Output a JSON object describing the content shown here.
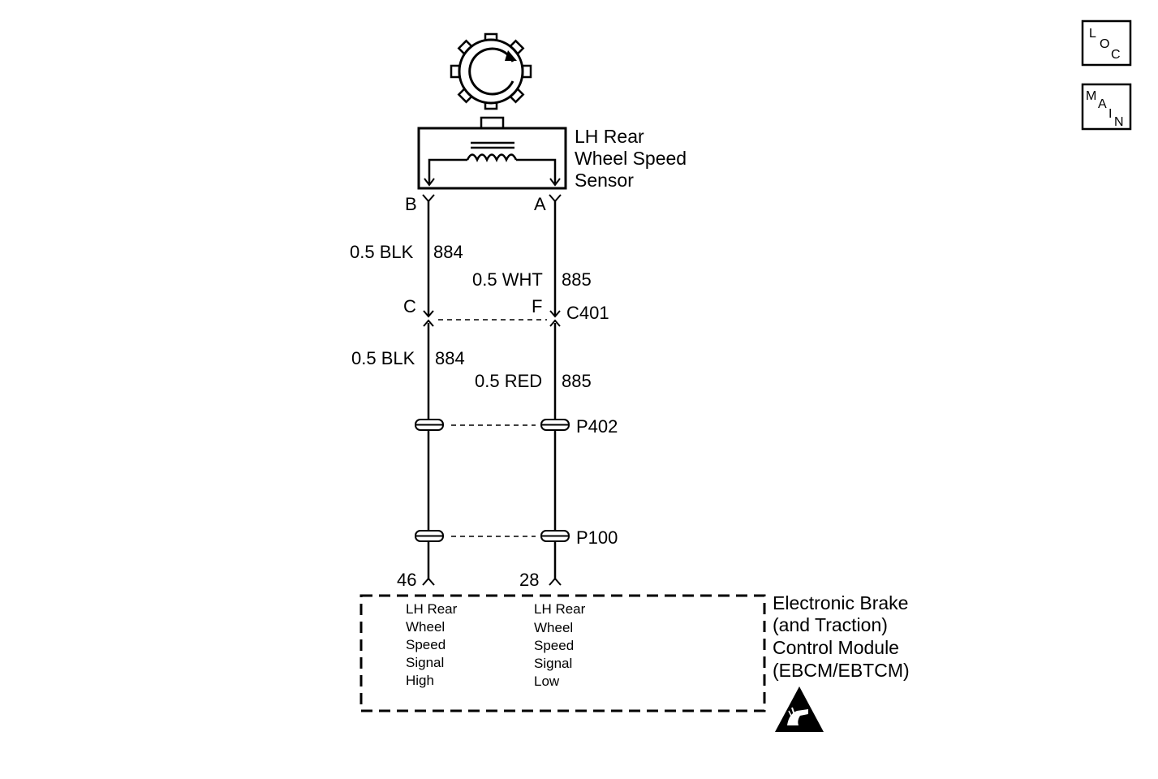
{
  "nav": {
    "loc_letters": [
      "L",
      "O",
      "C"
    ],
    "main_letters": [
      "M",
      "A",
      "I",
      "N"
    ]
  },
  "sensor": {
    "name_lines": [
      "LH Rear",
      "Wheel Speed",
      "Sensor"
    ],
    "terminal_b": "B",
    "terminal_a": "A"
  },
  "wires": {
    "left_upper": {
      "size_color": "0.5 BLK",
      "circuit": "884"
    },
    "right_upper": {
      "size_color": "0.5 WHT",
      "circuit": "885"
    },
    "left_lower": {
      "size_color": "0.5 BLK",
      "circuit": "884"
    },
    "right_lower": {
      "size_color": "0.5 RED",
      "circuit": "885"
    }
  },
  "connectors": {
    "c401": {
      "name": "C401",
      "pin_left": "C",
      "pin_right": "F"
    },
    "p402": "P402",
    "p100": "P100"
  },
  "module": {
    "pin_left": "46",
    "pin_right": "28",
    "left_signal_lines": [
      "LH Rear",
      "Wheel",
      "Speed",
      "Signal",
      "High"
    ],
    "right_signal_lines": [
      "LH Rear",
      "Wheel",
      "Speed",
      "Signal",
      "Low"
    ],
    "name_lines": [
      "Electronic Brake",
      "(and Traction)",
      "Control Module",
      "(EBCM/EBTCM)"
    ]
  },
  "icons": {
    "sensor_wheel": "toothed-tone-wheel-icon",
    "esd": "esd-warning-icon"
  }
}
